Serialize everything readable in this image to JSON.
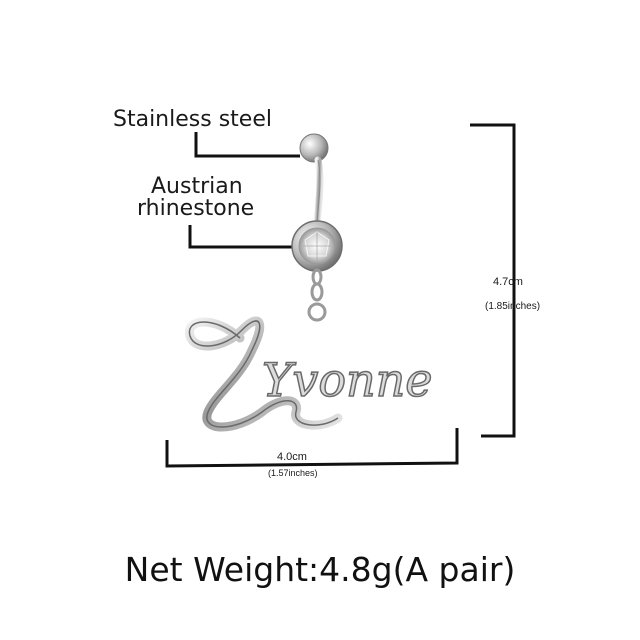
{
  "labels": {
    "material_steel": "Stainless steel",
    "material_stone_line1": "Austrian",
    "material_stone_line2": "rhinestone"
  },
  "dimensions": {
    "height": "4.7cm",
    "height_inches": "(1.85inches)",
    "width": "4.0cm",
    "width_inches": "(1.57inches)"
  },
  "pendant_name": "Yvonne",
  "footer": {
    "net_weight": "Net Weight:4.8g(A pair)"
  },
  "colors": {
    "background": "#ffffff",
    "text": "#1a1a1a",
    "metal": "#c8c8c8"
  }
}
